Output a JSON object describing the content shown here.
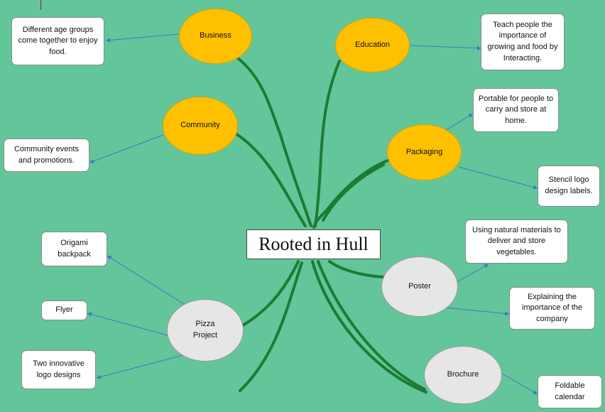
{
  "title": "Rooted in Hull",
  "nodes": {
    "business": "Business",
    "education": "Education",
    "community": "Community",
    "packaging": "Packaging",
    "poster": "Poster",
    "pizza": "Pizza\nProject",
    "brochure": "Brochure"
  },
  "notes": {
    "business": "Different age groups come together to enjoy food.",
    "education": "Teach people the importance of growing and food by Interacting.",
    "community": "Community events and promotions.",
    "packaging_portable": "Portable for people to carry and store at home.",
    "packaging_stencil": "Stencil logo design labels.",
    "poster_materials": "Using natural materials to deliver and store vegetables.",
    "poster_explaining": "Explaining the importance of the company",
    "pizza_origami": "Origami backpack",
    "pizza_flyer": "Flyer",
    "pizza_logos": "Two innovative logo designs",
    "brochure_foldable": "Foldable calendar"
  },
  "colors": {
    "background": "#62c69a",
    "branch": "#1f7a35",
    "connector": "#4472c4",
    "orange_node": "#ffc000",
    "grey_node": "#e6e6e6"
  }
}
